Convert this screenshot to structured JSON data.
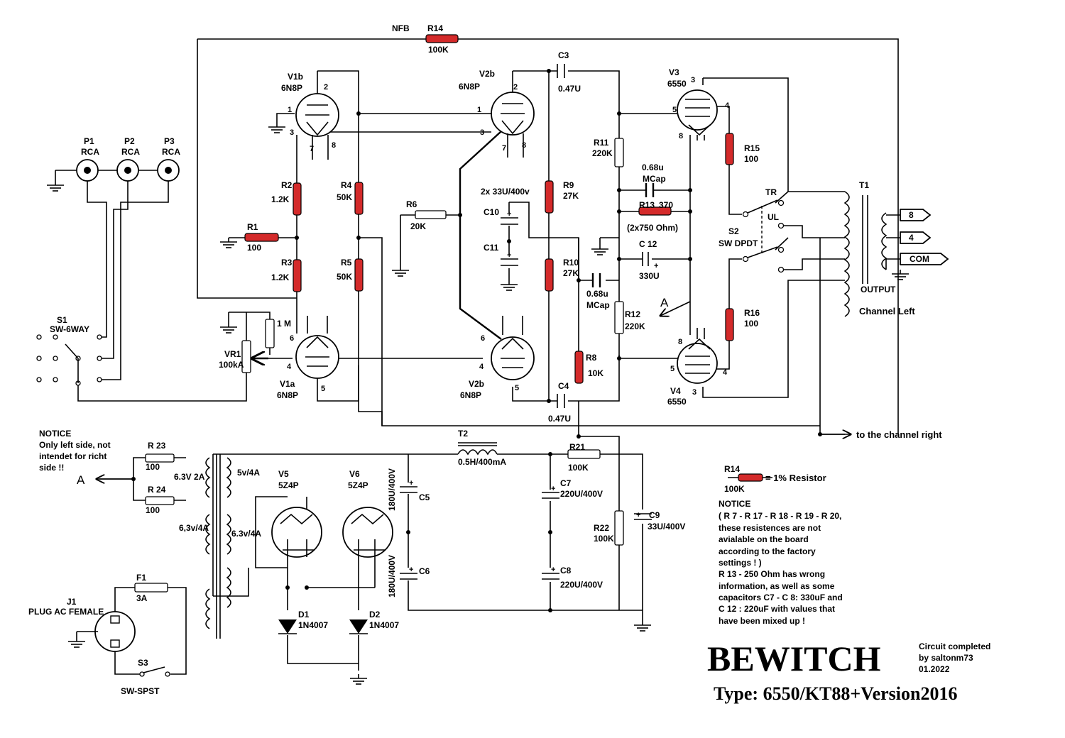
{
  "title": "BEWITCH",
  "subtitle": "Type: 6550/KT88+Version2016",
  "credit": [
    "Circuit completed",
    "by saltonm73",
    "01.2022"
  ],
  "channel_label": "Channel Left",
  "to_right": "to the channel right",
  "output_label": "OUTPUT",
  "nfb_label": "NFB",
  "legend": {
    "ref": "R14",
    "val": "100K",
    "text": "= 1% Resistor"
  },
  "notice_left": [
    "NOTICE",
    "Only left side, not",
    "intendet for richt",
    "side !!"
  ],
  "notice_right": [
    "NOTICE",
    "( R 7 - R 17 - R 18 - R 19 - R 20,",
    "these resistences are not",
    "avialable on the board",
    "according to the factory",
    "settings ! )",
    "R 13 - 250 Ohm has wrong",
    "information, as well as some",
    "capacitors C7 - C 8: 330uF and",
    "C 12 : 220uF with values that",
    "have been mixed up !"
  ],
  "marker_a": "A",
  "terminals": [
    "8",
    "4",
    "COM"
  ],
  "switch_s2": {
    "name": "S2",
    "type": "SW DPDT",
    "tr": "TR",
    "ul": "UL"
  },
  "switch_s1": {
    "name": "S1",
    "type": "SW-6WAY"
  },
  "switch_s3": {
    "name": "S3",
    "type": "SW-SPST"
  },
  "inputs": [
    {
      "name": "P1",
      "type": "RCA"
    },
    {
      "name": "P2",
      "type": "RCA"
    },
    {
      "name": "P3",
      "type": "RCA"
    }
  ],
  "tubes": {
    "v1b": {
      "name": "V1b",
      "type": "6N8P"
    },
    "v1a": {
      "name": "V1a",
      "type": "6N8P"
    },
    "v2b_top": {
      "name": "V2b",
      "type": "6N8P"
    },
    "v2b_bot": {
      "name": "V2b",
      "type": "6N8P"
    },
    "v3": {
      "name": "V3",
      "type": "6550"
    },
    "v4": {
      "name": "V4",
      "type": "6550"
    },
    "v5": {
      "name": "V5",
      "type": "5Z4P"
    },
    "v6": {
      "name": "V6",
      "type": "5Z4P"
    }
  },
  "pins": [
    "1",
    "2",
    "3",
    "7",
    "8",
    "6",
    "4",
    "5",
    "1",
    "2",
    "3",
    "7",
    "8",
    "6",
    "4",
    "5",
    "3",
    "5",
    "4",
    "8",
    "8",
    "5",
    "4",
    "3"
  ],
  "resistors": {
    "r1": {
      "ref": "R1",
      "val": "100"
    },
    "r2": {
      "ref": "R2",
      "val": "1.2K"
    },
    "r3": {
      "ref": "R3",
      "val": "1.2K"
    },
    "r4": {
      "ref": "R4",
      "val": "50K"
    },
    "r5": {
      "ref": "R5",
      "val": "50K"
    },
    "r6": {
      "ref": "R6",
      "val": "20K"
    },
    "r8": {
      "ref": "R8",
      "val": "10K"
    },
    "r9": {
      "ref": "R9",
      "val": "27K"
    },
    "r10": {
      "ref": "R10",
      "val": "27K"
    },
    "r11": {
      "ref": "R11",
      "val": "220K"
    },
    "r12": {
      "ref": "R12",
      "val": "220K"
    },
    "r13": {
      "ref": "R13",
      "val": "370",
      "note": "(2x750 Ohm)"
    },
    "r14": {
      "ref": "R14",
      "val": "100K"
    },
    "r15": {
      "ref": "R15",
      "val": "100"
    },
    "r16": {
      "ref": "R16",
      "val": "100"
    },
    "r21": {
      "ref": "R21",
      "val": "100K"
    },
    "r22": {
      "ref": "R22",
      "val": "100K"
    },
    "r23": {
      "ref": "R 23",
      "val": "100"
    },
    "r24": {
      "ref": "R 24",
      "val": "100"
    },
    "vr1": {
      "ref": "VR1",
      "val": "100kA"
    },
    "r_1m": {
      "val": "1 M"
    }
  },
  "caps": {
    "c3": {
      "ref": "C3",
      "val": "0.47U"
    },
    "c4": {
      "ref": "C4",
      "val": "0.47U"
    },
    "c5": {
      "ref": "C5",
      "val": "180U/400V"
    },
    "c6": {
      "ref": "C6",
      "val": "180U/400V"
    },
    "c7": {
      "ref": "C7",
      "val": "220U/400V"
    },
    "c8": {
      "ref": "C8",
      "val": "220U/400V"
    },
    "c9": {
      "ref": "C9",
      "val": "33U/400V"
    },
    "c10": {
      "ref": "C10"
    },
    "c11": {
      "ref": "C11"
    },
    "c10_11": {
      "val": "2x 33U/400v"
    },
    "c12": {
      "ref": "C 12",
      "val": "330U"
    },
    "mcap1": {
      "val": "0.68u",
      "type": "MCap"
    },
    "mcap2": {
      "val": "0.68u",
      "type": "MCap"
    }
  },
  "psu": {
    "t1": "T1",
    "t2": {
      "ref": "T2",
      "val": "0.5H/400mA"
    },
    "w1": "6.3V 2A",
    "w2": "5v/4A",
    "w3": "6,3v/4A",
    "w4": "6.3v/4A",
    "d1": {
      "ref": "D1",
      "val": "1N4007"
    },
    "d2": {
      "ref": "D2",
      "val": "1N4007"
    },
    "f1": {
      "ref": "F1",
      "val": "3A"
    },
    "j1": {
      "ref": "J1",
      "val": "PLUG AC FEMALE"
    }
  }
}
